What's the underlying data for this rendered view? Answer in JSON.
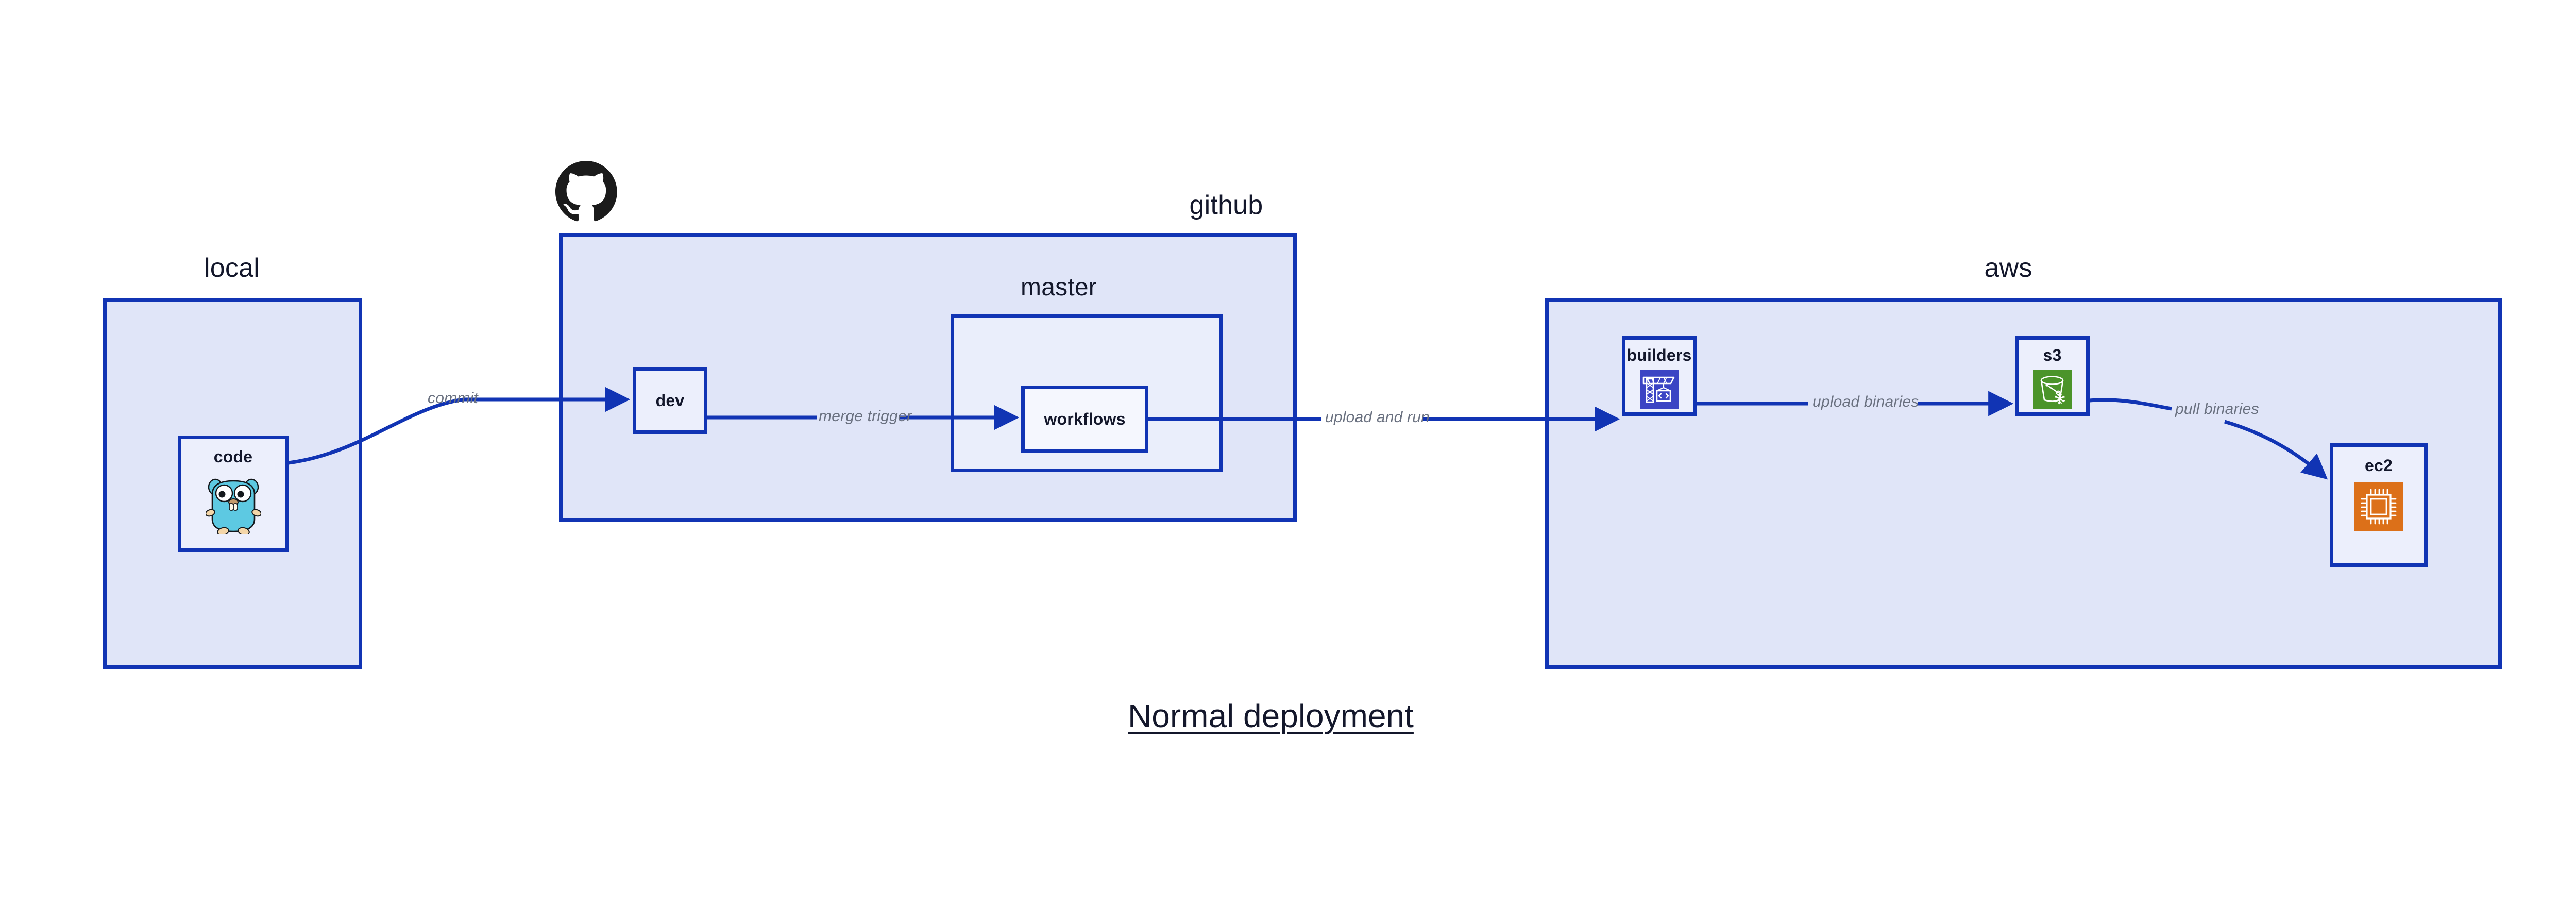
{
  "caption": "Normal deployment",
  "groups": {
    "local": {
      "label": "local"
    },
    "github": {
      "label": "github"
    },
    "master": {
      "label": "master"
    },
    "aws": {
      "label": "aws"
    }
  },
  "nodes": {
    "code": {
      "label": "code",
      "icon": "go-gopher-icon"
    },
    "dev": {
      "label": "dev"
    },
    "workflows": {
      "label": "workflows"
    },
    "builders": {
      "label": "builders",
      "icon": "aws-codebuild-crane-icon"
    },
    "s3": {
      "label": "s3",
      "icon": "aws-s3-bucket-icon"
    },
    "ec2": {
      "label": "ec2",
      "icon": "aws-ec2-chip-icon"
    }
  },
  "edges": [
    {
      "id": "commit",
      "label": "commit",
      "from": "code",
      "to": "dev"
    },
    {
      "id": "merge-trigger",
      "label": "merge trigger",
      "from": "dev",
      "to": "workflows"
    },
    {
      "id": "upload-and-run",
      "label": "upload and run",
      "from": "workflows",
      "to": "builders"
    },
    {
      "id": "upload-binaries",
      "label": "upload binaries",
      "from": "builders",
      "to": "s3"
    },
    {
      "id": "pull-binaries",
      "label": "pull binaries",
      "from": "s3",
      "to": "ec2"
    }
  ],
  "logos": {
    "github_octocat": "github-octocat-icon"
  },
  "colors": {
    "stroke": "#1134b4",
    "group_fill": "#e0e5f8",
    "inner_group_fill": "#eaeefb",
    "node_fill": "#eceffc",
    "white_node_fill": "#f5f7fe",
    "edge_label": "#6a7180",
    "text": "#13172b",
    "codebuild_purple": "#3b44c4",
    "s3_green": "#4b942a",
    "ec2_orange": "#dc7019",
    "gopher_cyan": "#5dc9e2",
    "octocat_black": "#1b1b1b"
  }
}
